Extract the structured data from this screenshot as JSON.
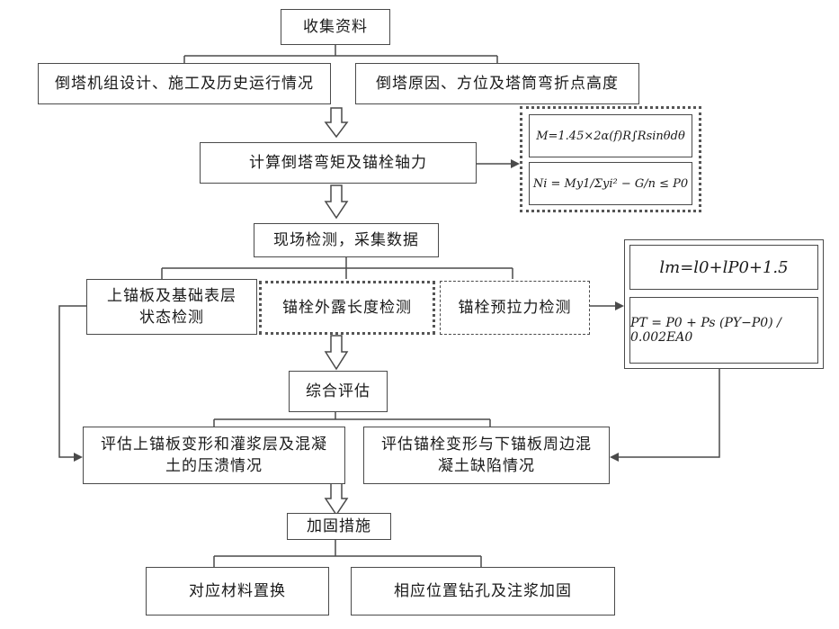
{
  "nodes": {
    "collect": "收集资料",
    "design_history": "倒塔机组设计、施工及历史运行情况",
    "cause_position": "倒塔原因、方位及塔筒弯折点高度",
    "calc": "计算倒塔弯矩及锚栓轴力",
    "field_detect": "现场检测，采集数据",
    "anchor_plate_line1": "上锚板及基础表层",
    "anchor_plate_line2": "状态检测",
    "bolt_length": "锚栓外露长度检测",
    "bolt_pretension": "锚栓预拉力检测",
    "assess": "综合评估",
    "eval_left_line1": "评估上锚板变形和灌浆层及混凝",
    "eval_left_line2": "土的压溃情况",
    "eval_right_line1": "评估锚栓变形与下锚板周边混",
    "eval_right_line2": "凝土缺陷情况",
    "reinforce": "加固措施",
    "replace": "对应材料置换",
    "drill_grout": "相应位置钻孔及注浆加固"
  },
  "formulas": {
    "moment": "M=1.45×2α(f)R∫Rsinθdθ",
    "axial_force": "Ni = My1/Σyi² − G/n ≤ P0",
    "length": "lm=l0+lP0+1.5",
    "pretension": "PT = P0 + Ps (PY−P0) / 0.002EA0"
  },
  "colors": {
    "line": "#4a4a4a",
    "arrow_fill": "#ffffff"
  }
}
